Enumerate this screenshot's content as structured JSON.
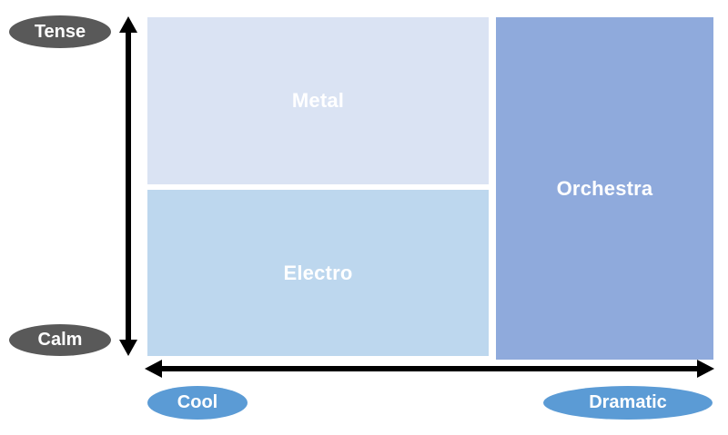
{
  "quadrants": {
    "metal": {
      "label": "Metal",
      "color": "#dae3f3"
    },
    "electro": {
      "label": "Electro",
      "color": "#bdd7ee"
    },
    "orchestra": {
      "label": "Orchestra",
      "color": "#8faadc"
    }
  },
  "y_axis": {
    "top_label": "Tense",
    "bottom_label": "Calm",
    "pill_color": "#595959"
  },
  "x_axis": {
    "left_label": "Cool",
    "right_label": "Dramatic",
    "pill_color": "#5b9bd5"
  },
  "axis_color": "#000000"
}
